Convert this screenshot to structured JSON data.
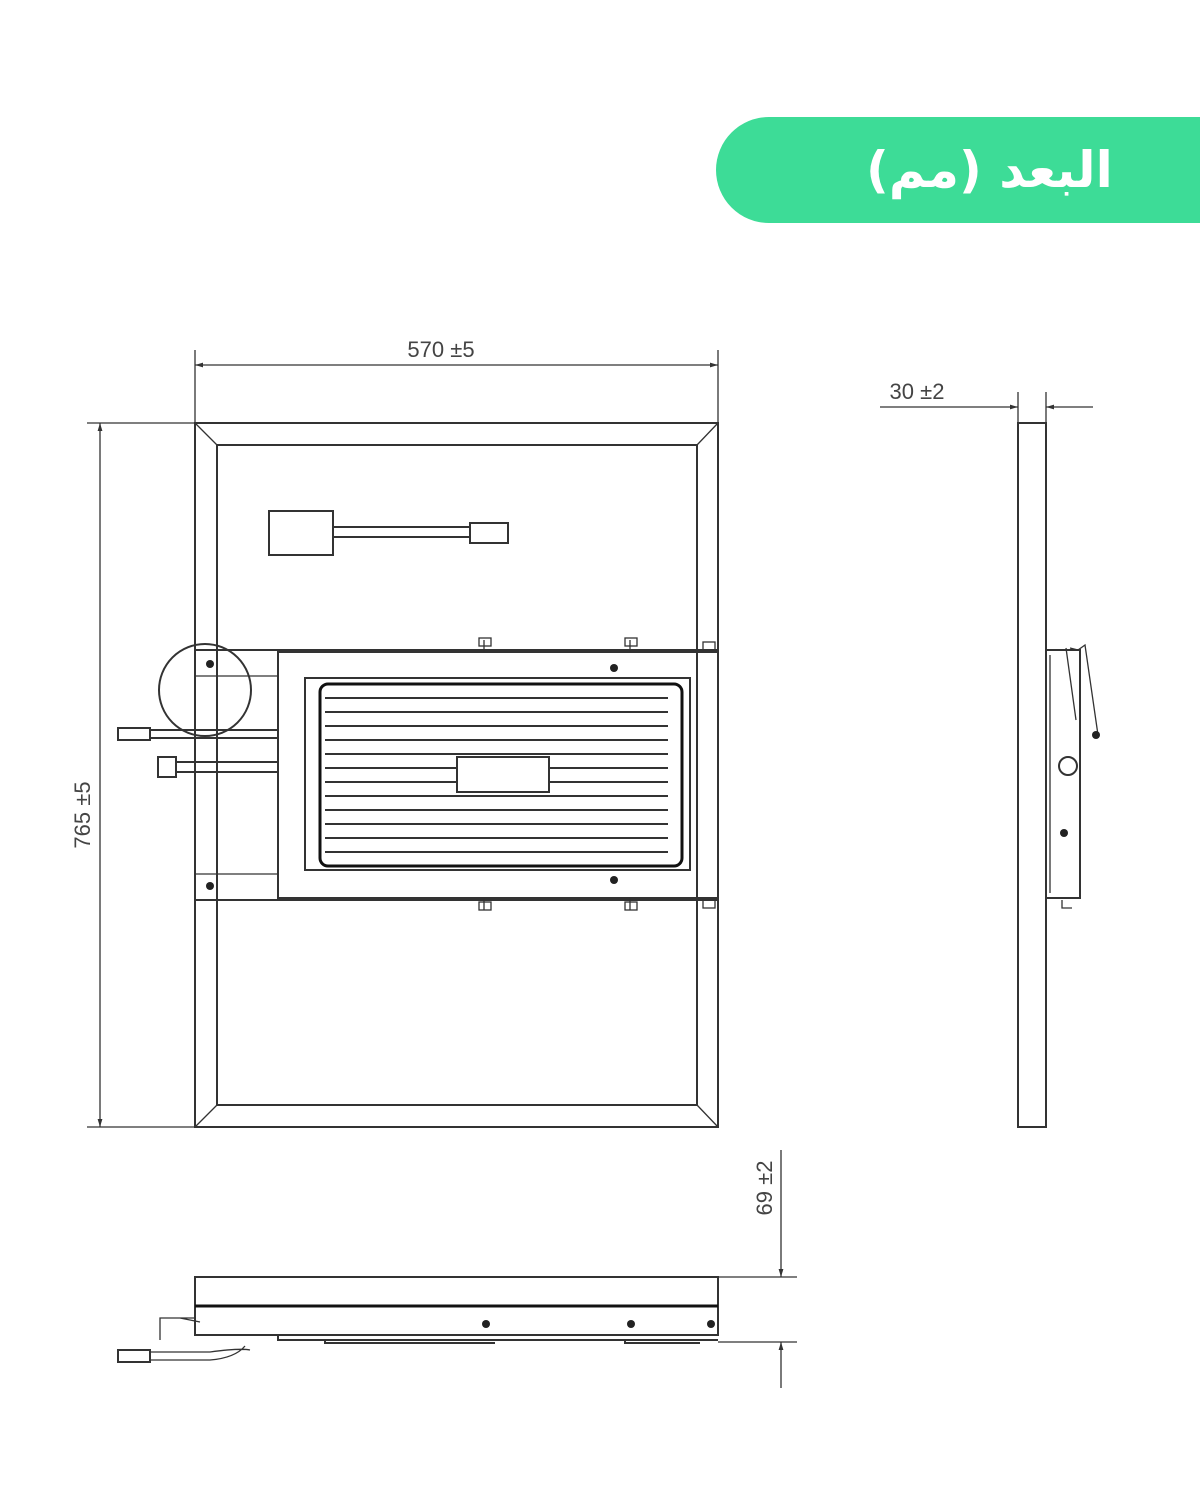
{
  "title": "البعد (مم)",
  "colors": {
    "banner": "#3ddc97",
    "line": "#333333"
  },
  "dimensions": {
    "width": "570 ±5",
    "height": "765 ±5",
    "thickness": "30 ±2",
    "depth": "69 ±2"
  }
}
